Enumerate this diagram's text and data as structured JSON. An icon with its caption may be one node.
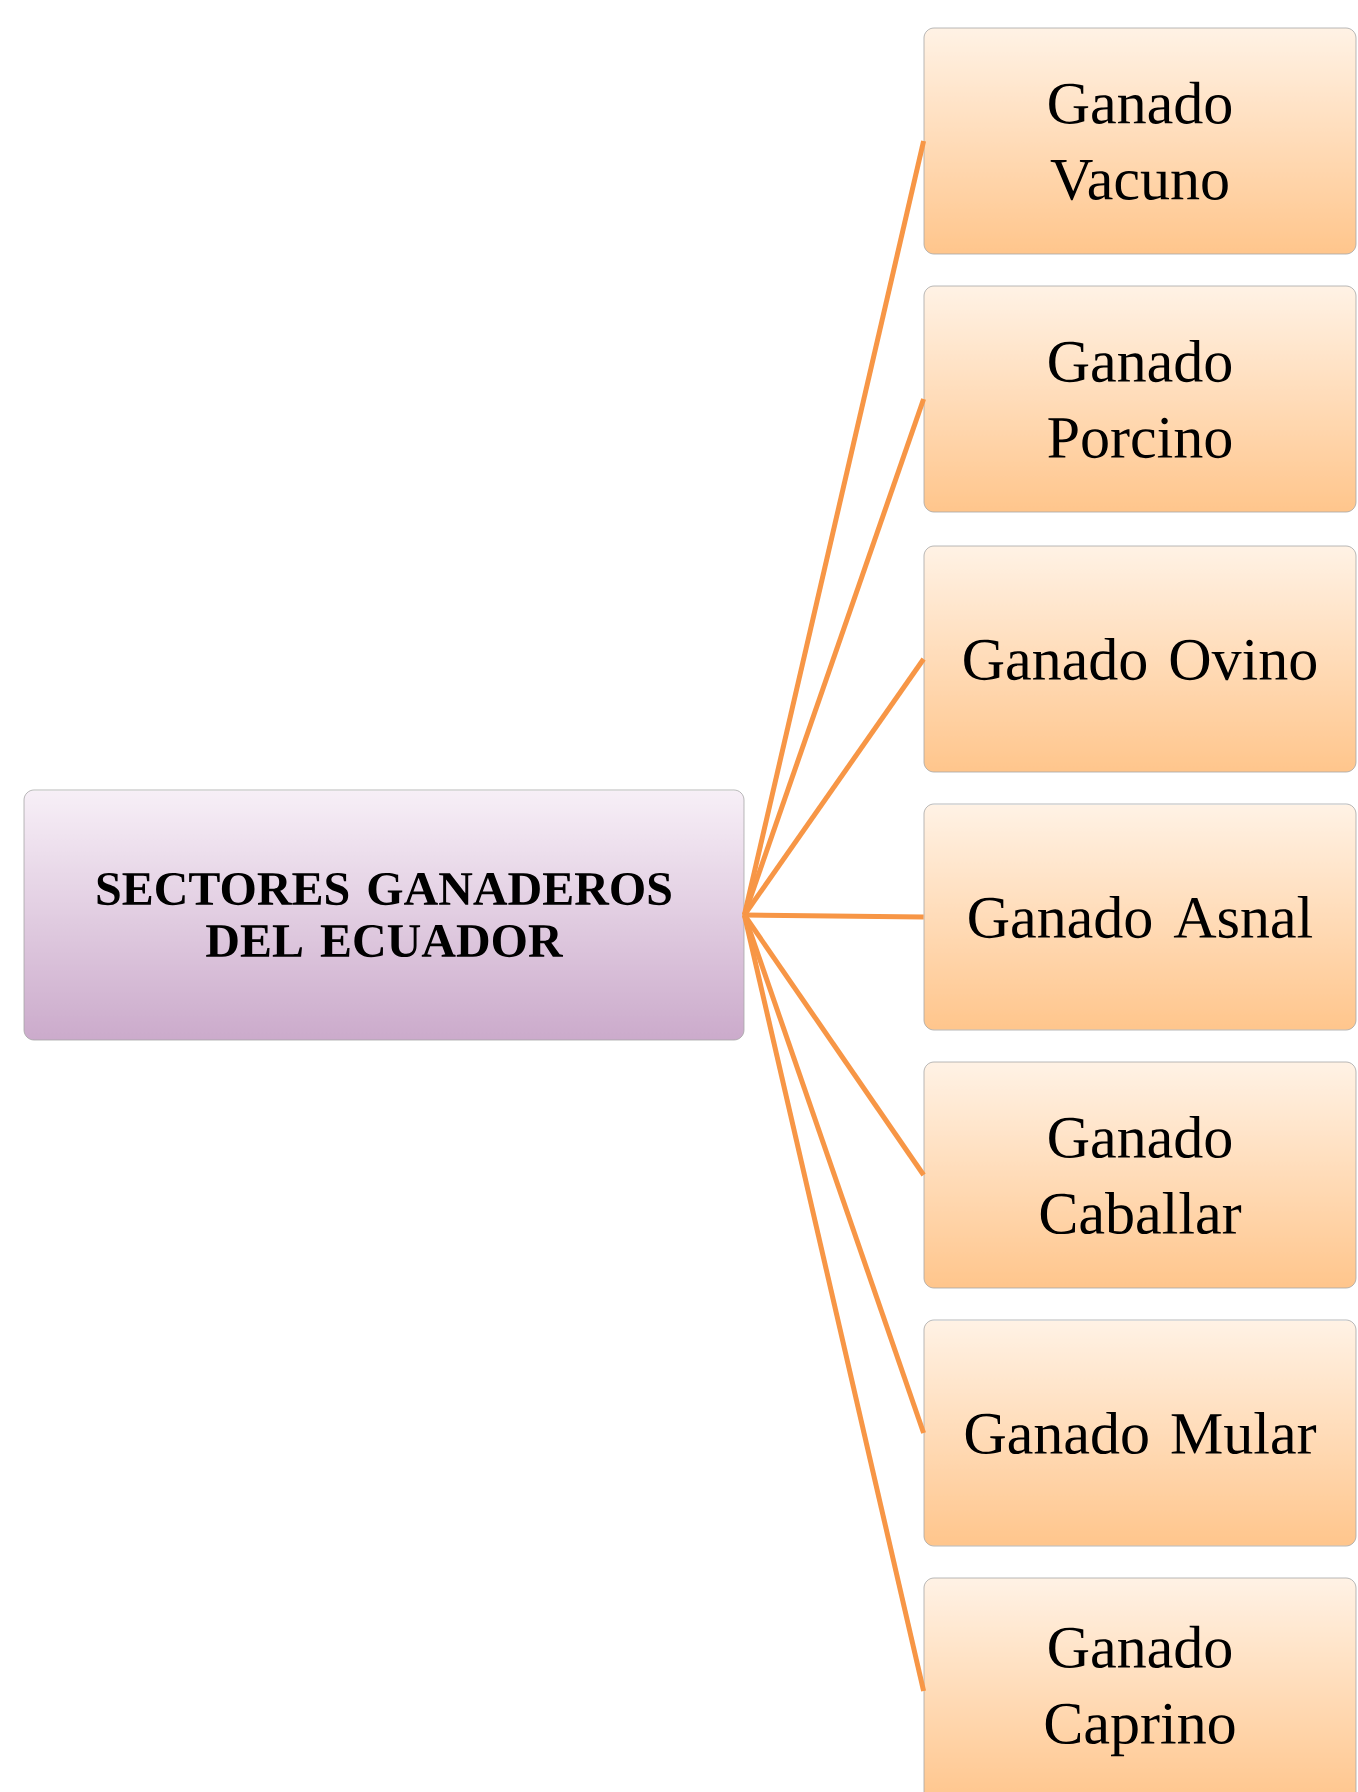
{
  "diagram": {
    "nodes": [
      {
        "text": [
          "SECTORES GANADEROS DEL ECUADOR"
        ]
      },
      {
        "text": [
          "Ganado Vacuno"
        ]
      },
      {
        "text": [
          "Ganado Porcino"
        ]
      },
      {
        "text": [
          "Ganado Ovino"
        ]
      },
      {
        "text": [
          "Ganado Asnal"
        ]
      },
      {
        "text": [
          "Ganado Caballar"
        ]
      },
      {
        "text": [
          "Ganado Mular"
        ]
      },
      {
        "text": [
          "Ganado Caprino"
        ]
      }
    ],
    "edges": [
      {
        "from": 0,
        "to": 1,
        "arrow": "none"
      },
      {
        "from": 0,
        "to": 2,
        "arrow": "none"
      },
      {
        "from": 0,
        "to": 3,
        "arrow": "none"
      },
      {
        "from": 0,
        "to": 4,
        "arrow": "none"
      },
      {
        "from": 0,
        "to": 5,
        "arrow": "none"
      },
      {
        "from": 0,
        "to": 6,
        "arrow": "none"
      },
      {
        "from": 0,
        "to": 7,
        "arrow": "none"
      }
    ]
  }
}
